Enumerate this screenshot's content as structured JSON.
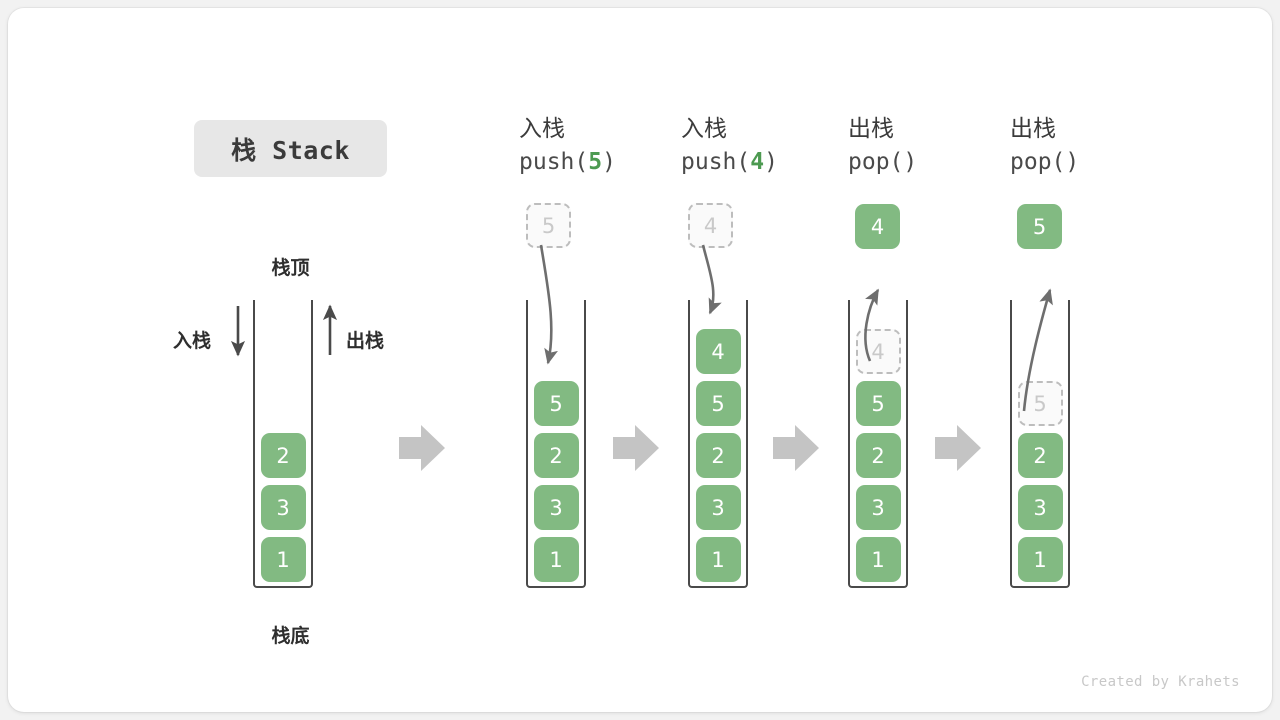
{
  "title": {
    "label": "栈 Stack"
  },
  "watermark": {
    "text": "Created by Krahets"
  },
  "colors": {
    "accent_green": "#82ba82",
    "arg_green": "#4d9a51",
    "border_gray": "#4a4a4a",
    "ghost_gray": "#bdbdbd",
    "transition_arrow": "#c4c4c4",
    "page_bg": "#f2f2f2",
    "card_bg": "#ffffff",
    "pill_bg": "#e7e7e7"
  },
  "first_column_labels": {
    "top": "栈顶",
    "bottom": "栈底",
    "push_side": "入栈",
    "pop_side": "出栈"
  },
  "columns": [
    {
      "id": "initial",
      "header_cn": "",
      "header_code": "",
      "header_arg": "",
      "cells": [
        {
          "value": "2",
          "state": "solid"
        },
        {
          "value": "3",
          "state": "solid"
        },
        {
          "value": "1",
          "state": "solid"
        }
      ],
      "floating": null
    },
    {
      "id": "push-5",
      "header_cn": "入栈",
      "header_code_prefix": "push(",
      "header_arg": "5",
      "header_code_suffix": ")",
      "cells": [
        {
          "value": "5",
          "state": "solid"
        },
        {
          "value": "2",
          "state": "solid"
        },
        {
          "value": "3",
          "state": "solid"
        },
        {
          "value": "1",
          "state": "solid"
        }
      ],
      "floating": {
        "value": "5",
        "state": "ghost"
      },
      "arrow": "down"
    },
    {
      "id": "push-4",
      "header_cn": "入栈",
      "header_code_prefix": "push(",
      "header_arg": "4",
      "header_code_suffix": ")",
      "cells": [
        {
          "value": "4",
          "state": "solid"
        },
        {
          "value": "5",
          "state": "solid"
        },
        {
          "value": "2",
          "state": "solid"
        },
        {
          "value": "3",
          "state": "solid"
        },
        {
          "value": "1",
          "state": "solid"
        }
      ],
      "floating": {
        "value": "4",
        "state": "ghost"
      },
      "arrow": "down"
    },
    {
      "id": "pop-4",
      "header_cn": "出栈",
      "header_code_prefix": "pop(",
      "header_arg": "",
      "header_code_suffix": ")",
      "cells": [
        {
          "value": "4",
          "state": "ghost"
        },
        {
          "value": "5",
          "state": "solid"
        },
        {
          "value": "2",
          "state": "solid"
        },
        {
          "value": "3",
          "state": "solid"
        },
        {
          "value": "1",
          "state": "solid"
        }
      ],
      "floating": {
        "value": "4",
        "state": "solid"
      },
      "arrow": "up"
    },
    {
      "id": "pop-5",
      "header_cn": "出栈",
      "header_code_prefix": "pop(",
      "header_arg": "",
      "header_code_suffix": ")",
      "cells": [
        {
          "value": "5",
          "state": "ghost"
        },
        {
          "value": "2",
          "state": "solid"
        },
        {
          "value": "3",
          "state": "solid"
        },
        {
          "value": "1",
          "state": "solid"
        }
      ],
      "floating": {
        "value": "5",
        "state": "solid"
      },
      "arrow": "up"
    }
  ],
  "transitions": [
    {
      "from": "initial",
      "to": "push-5"
    },
    {
      "from": "push-5",
      "to": "push-4"
    },
    {
      "from": "push-4",
      "to": "pop-4"
    },
    {
      "from": "pop-4",
      "to": "pop-5"
    }
  ]
}
